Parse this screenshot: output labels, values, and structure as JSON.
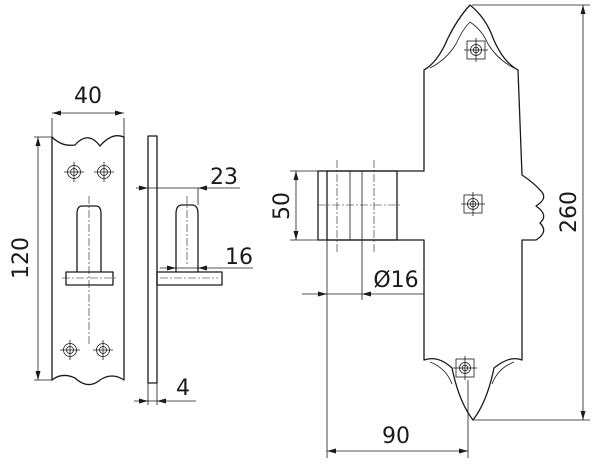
{
  "dimensions": {
    "front_width": "40",
    "front_height": "120",
    "pin_length": "23",
    "washer_width": "16",
    "plate_thickness": "4",
    "bracket_height": "50",
    "pin_diameter": "Ø16",
    "offset_length": "90",
    "strap_height": "260"
  },
  "colors": {
    "line": "#1a1a1a",
    "background": "#ffffff"
  }
}
